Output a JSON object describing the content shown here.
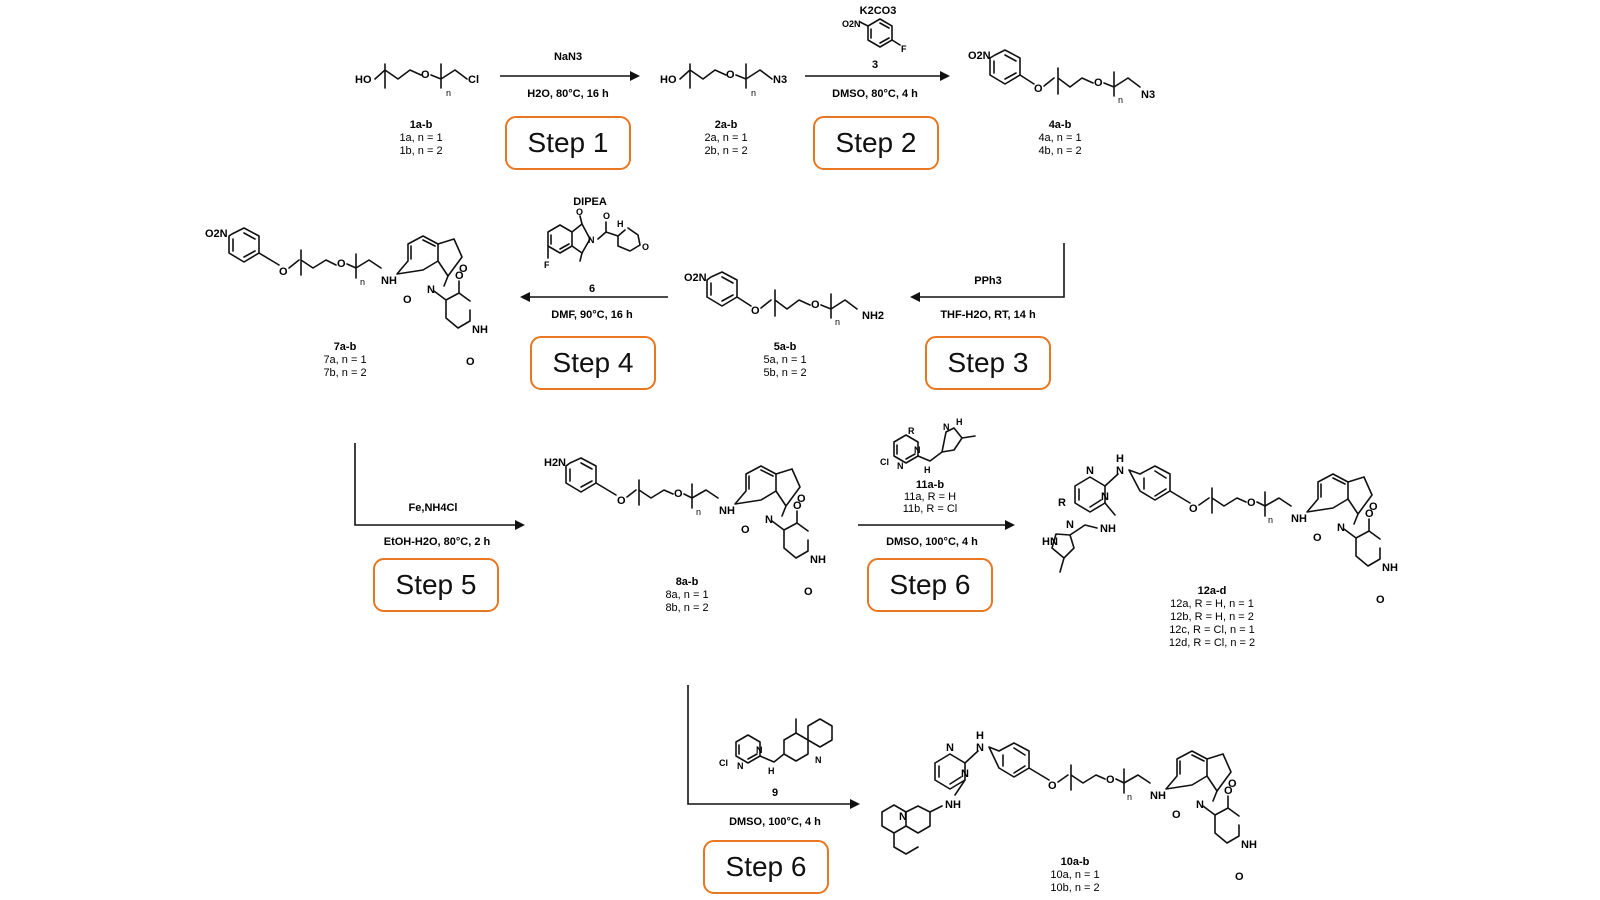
{
  "compounds": {
    "c1": {
      "name": "1a-b",
      "a": "1a, n = 1",
      "b": "1b, n = 2",
      "ho": "HO",
      "cl": "Cl"
    },
    "c2": {
      "name": "2a-b",
      "a": "2a, n = 1",
      "b": "2b, n = 2",
      "ho": "HO",
      "n3": "N3"
    },
    "c4": {
      "name": "4a-b",
      "a": "4a, n = 1",
      "b": "4b, n = 2",
      "no2": "O2N",
      "n3": "N3"
    },
    "c5": {
      "name": "5a-b",
      "a": "5a, n = 1",
      "b": "5b, n = 2",
      "no2": "O2N",
      "nh2": "NH2"
    },
    "c7": {
      "name": "7a-b",
      "a": "7a, n = 1",
      "b": "7b, n = 2",
      "no2": "O2N"
    },
    "c8": {
      "name": "8a-b",
      "a": "8a, n = 1",
      "b": "8b, n = 2",
      "h2n": "H2N"
    },
    "c12": {
      "name": "12a-d",
      "a": "12a, R = H, n = 1",
      "b": "12b, R = H, n = 2",
      "c": "12c, R = Cl, n = 1",
      "d": "12d, R = Cl, n = 2"
    },
    "c10": {
      "name": "10a-b",
      "a": "10a, n = 1",
      "b": "10b, n = 2"
    },
    "c11": {
      "name": "11a-b",
      "a": "11a, R = H",
      "b": "11b, R = Cl"
    },
    "c6": {
      "name": "6"
    },
    "c9": {
      "name": "9"
    },
    "c3": {
      "name": "3"
    }
  },
  "conditions": {
    "s1_top": "NaN3",
    "s1_bottom": "H2O, 80°C, 16 h",
    "s2_top": "K2CO3",
    "s2_bottom": "DMSO, 80°C, 4 h",
    "s3_top": "PPh3",
    "s3_bottom": "THF-H2O, RT, 14 h",
    "s4_top": "DIPEA",
    "s4_bottom": "DMF, 90°C, 16 h",
    "s5_top": "Fe,NH4Cl",
    "s5_bottom": "EtOH-H2O, 80°C, 2 h",
    "s6_bottom": "DMSO, 100°C, 4 h",
    "s6b_bottom": "DMSO, 100°C, 4 h"
  },
  "atoms": {
    "O": "O",
    "N": "N",
    "NH": "NH",
    "HN": "HN",
    "H": "H",
    "F": "F",
    "R": "R",
    "n": "n",
    "Cl": "Cl",
    "NO2": "O2N"
  },
  "steps": [
    "Step 1",
    "Step 2",
    "Step 3",
    "Step 4",
    "Step 5",
    "Step 6",
    "Step 6"
  ],
  "colors": {
    "step_border": "#e87722"
  }
}
